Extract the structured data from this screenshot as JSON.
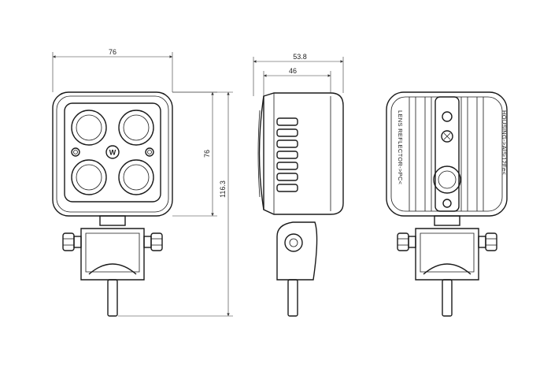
{
  "dimensions": {
    "front_width": "76",
    "front_height": "76",
    "total_height": "116.3",
    "side_depth_total": "53.8",
    "side_depth_body": "46"
  },
  "rear_labels": {
    "left": "LENS REFLECTOR->PC<",
    "right": "HOUSING->AlSi12Fe<"
  },
  "logo_text": "W",
  "colors": {
    "line": "#1a1a1a",
    "background": "#ffffff"
  }
}
